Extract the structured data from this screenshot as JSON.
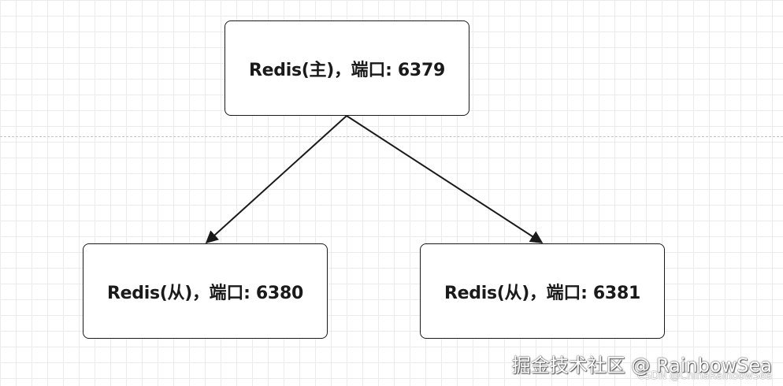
{
  "diagram": {
    "nodes": [
      {
        "id": "master",
        "label": "Redis(主)，端口: 6379"
      },
      {
        "id": "slave-1",
        "label": "Redis(从)，端口: 6380"
      },
      {
        "id": "slave-2",
        "label": "Redis(从)，端口: 6381"
      }
    ],
    "edges": [
      {
        "from": "master",
        "to": "slave-1"
      },
      {
        "from": "master",
        "to": "slave-2"
      }
    ]
  },
  "watermark": {
    "main": "掘金技术社区 @ RainbowSea",
    "sub": "CSDN @ChinaRainbowSea"
  },
  "colors": {
    "stroke": "#1a1a1a",
    "grid": "#ebebeb",
    "background": "#ffffff"
  }
}
